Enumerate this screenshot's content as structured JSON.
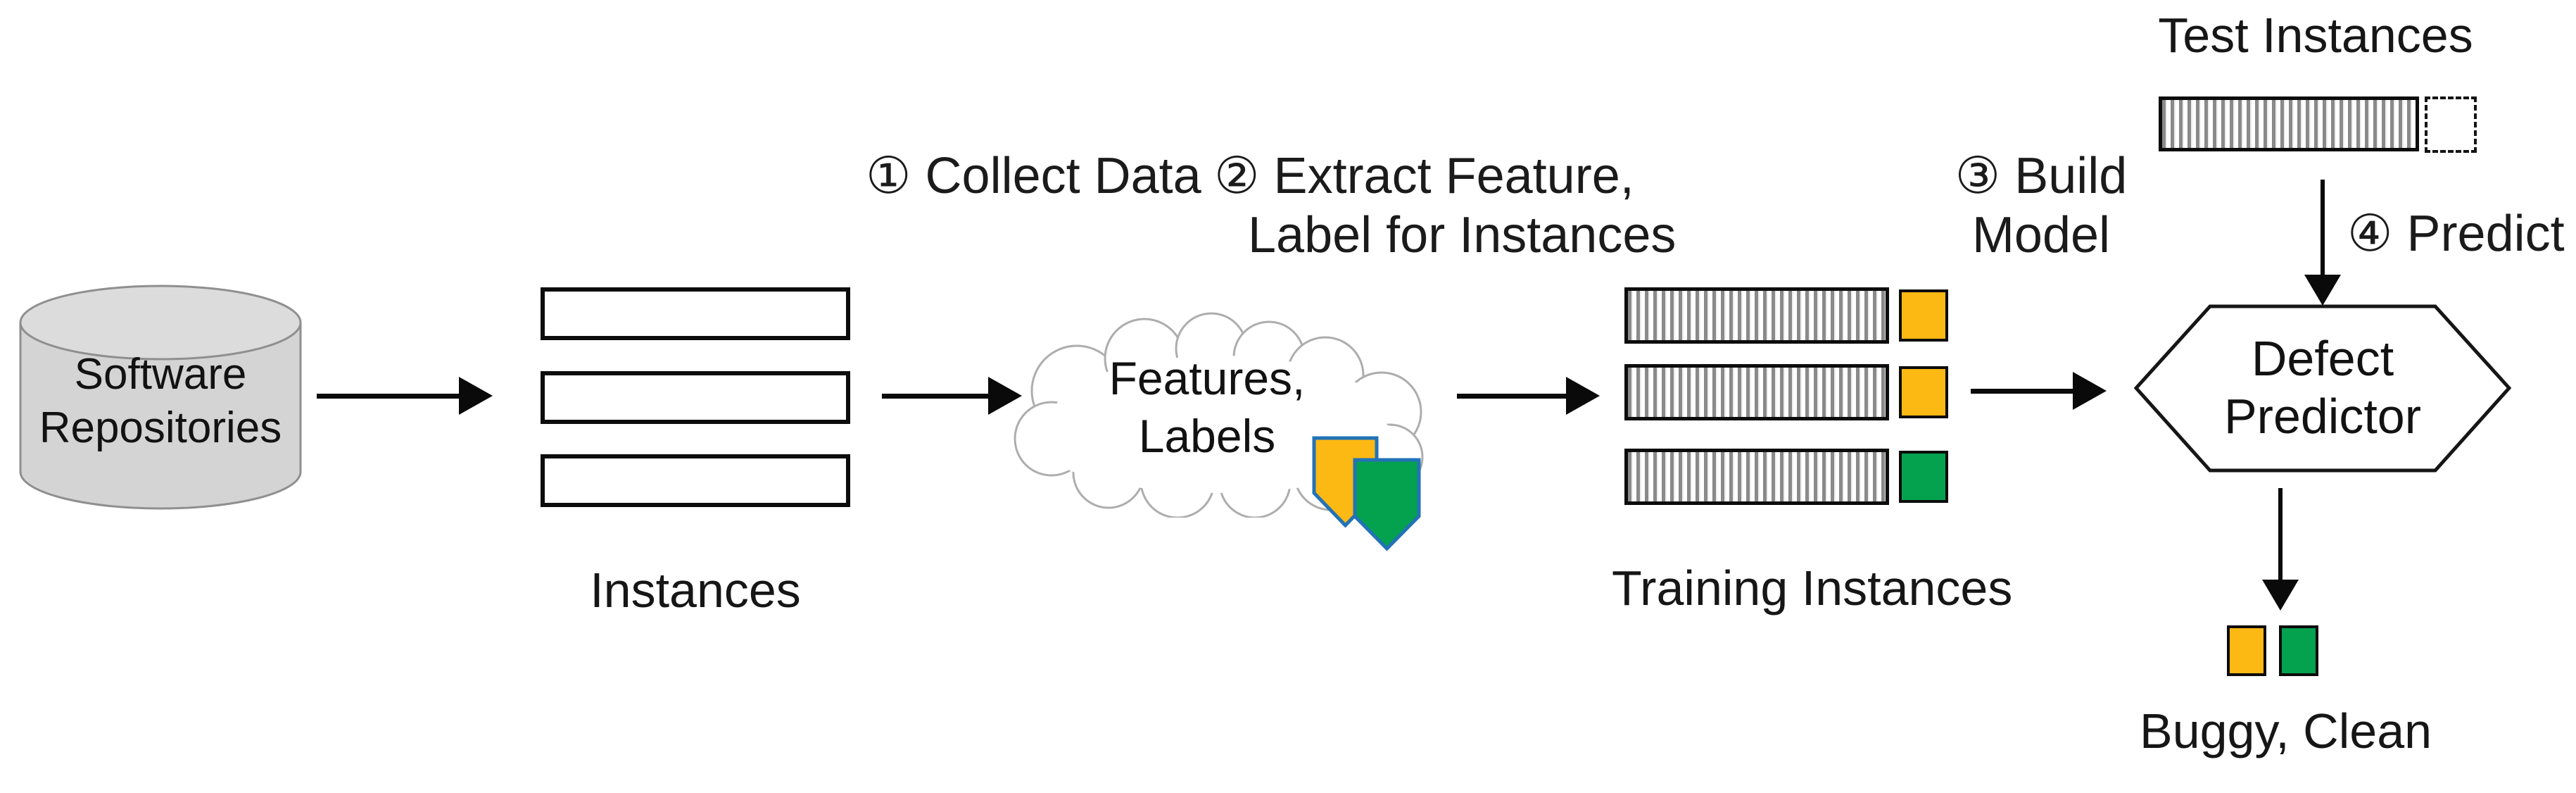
{
  "nodes": {
    "repository": {
      "line1": "Software",
      "line2": "Repositories"
    },
    "instances_label": "Instances",
    "cloud": {
      "line1": "Features,",
      "line2": "Labels"
    },
    "training_label": "Training Instances",
    "test_label": "Test Instances",
    "predictor": {
      "line1": "Defect",
      "line2": "Predictor"
    },
    "result_label": "Buggy, Clean"
  },
  "steps": {
    "collect": "① Collect Data",
    "extract_line1": "② Extract Feature,",
    "extract_line2": "Label for Instances",
    "build_line1": "③ Build",
    "build_line2": "Model",
    "predict": "④ Predict"
  },
  "colors": {
    "buggy_yellow": "#FCB813",
    "clean_green": "#04A14F",
    "shield_border": "#2273B6",
    "cylinder_body": "#D4D4D4",
    "cylinder_top": "#DCDCDC",
    "cylinder_stroke": "#8F8F8F",
    "cloud_stroke": "#ADADAD",
    "outline_black": "#0C0C0C"
  },
  "training_rows": [
    "#FCB813",
    "#FCB813",
    "#04A14F"
  ],
  "result_squares": [
    {
      "name": "buggy",
      "color": "#FCB813"
    },
    {
      "name": "clean",
      "color": "#04A14F"
    }
  ]
}
